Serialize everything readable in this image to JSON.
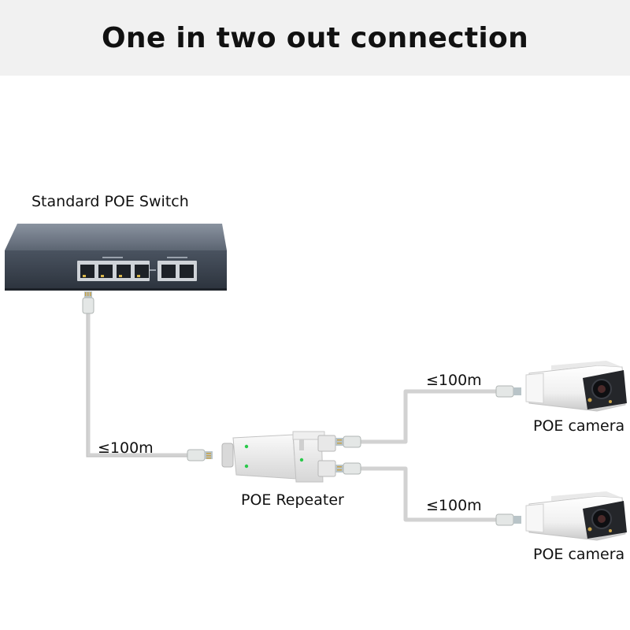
{
  "title": "One in two out connection",
  "labels": {
    "switch": "Standard POE Switch",
    "repeater": "POE Repeater",
    "camera_top": "POE camera",
    "camera_bottom": "POE camera",
    "distance_left": "≤100m",
    "distance_top_right": "≤100m",
    "distance_bottom_right": "≤100m"
  },
  "icons": [
    "poe-switch-icon",
    "poe-repeater-icon",
    "bullet-camera-icon",
    "rj45-plug-icon"
  ],
  "colors": {
    "banner_bg": "#f1f1f1",
    "cable": "#d4d4d4",
    "switch_body": "#3e4652",
    "camera_body": "#f2f2f2"
  }
}
